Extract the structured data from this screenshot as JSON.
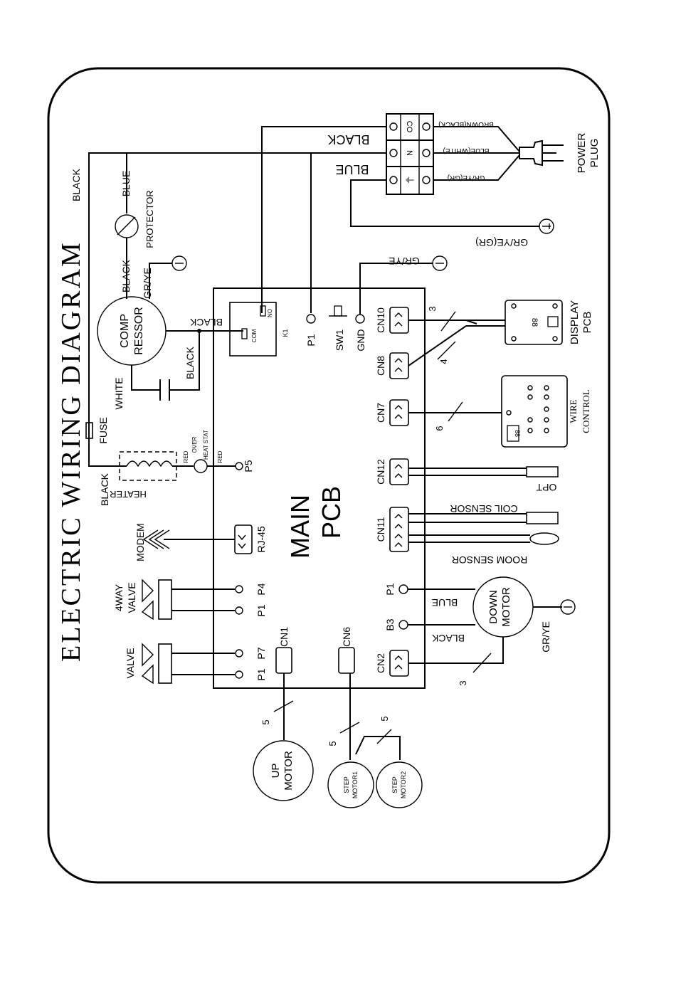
{
  "title": "ELECTRIC WIRING DIAGRAM",
  "main_pcb": {
    "line1": "MAIN",
    "line2": "PCB"
  },
  "power": {
    "plug": [
      "POWER",
      "PLUG"
    ],
    "terminals": [
      "CO",
      "N",
      "⏚"
    ],
    "wires": [
      "BROWN(BLACK)",
      "BLUE(WHITE)",
      "GR/YE(GR)"
    ],
    "ground": "GR/YE(GR)",
    "left_wires": [
      "BLACK",
      "BLUE"
    ]
  },
  "labels": {
    "black_top": "BLACK",
    "blue": "BLUE",
    "protector": "PROTECTOR",
    "black_comp": "BLACK",
    "grye_comp": "GR/YE",
    "compressor": [
      "COMP",
      "RESSOR"
    ],
    "black_k1": "BLACK",
    "black_cap": "BLACK",
    "white": "WHITE",
    "fuse": "FUSE",
    "black_heater": "BLACK",
    "heater": "HEATER",
    "red1": "RED",
    "red2": "RED",
    "over_heat": [
      "OVER",
      "HEAT STAT"
    ],
    "p5": "P5",
    "modem": "MODEM",
    "rj45": "RJ-45",
    "four_way": [
      "4WAY",
      "VALVE"
    ],
    "valve": "VALVE",
    "p1_p4": [
      "P1",
      "P4"
    ],
    "p1_p7": [
      "P1",
      "P7"
    ],
    "up_motor": [
      "UP",
      "MOTOR"
    ],
    "step_motor1": [
      "STEP",
      "MOTOR1"
    ],
    "step_motor2": [
      "STEP",
      "MOTOR2"
    ],
    "wire_counts": [
      "5",
      "5",
      "5",
      "3",
      "4",
      "6",
      "3"
    ],
    "grye_top": "GR/YE",
    "grye_down": "GR/YE",
    "k1": "K1",
    "com": "COM",
    "no": "NO",
    "p1_k": "P1",
    "sw1": "SW1",
    "gnd": "GND",
    "display_pcb": [
      "DISPLAY",
      "PCB"
    ],
    "display_digits": "88",
    "wire_control": [
      "WIRE",
      "CONTROL"
    ],
    "opt": "OPT",
    "coil_sensor": "COIL SENSOR",
    "room_sensor": "ROOM SENSOR",
    "down_motor": [
      "DOWN",
      "MOTOR"
    ],
    "blue_motor": "BLUE",
    "black_motor": "BLACK",
    "p1_motor": "P1",
    "b3_motor": "B3"
  },
  "connectors": {
    "cn10": "CN10",
    "cn8": "CN8",
    "cn7": "CN7",
    "cn12": "CN12",
    "cn11": "CN11",
    "cn2": "CN2",
    "cn1": "CN1",
    "cn6": "CN6"
  }
}
